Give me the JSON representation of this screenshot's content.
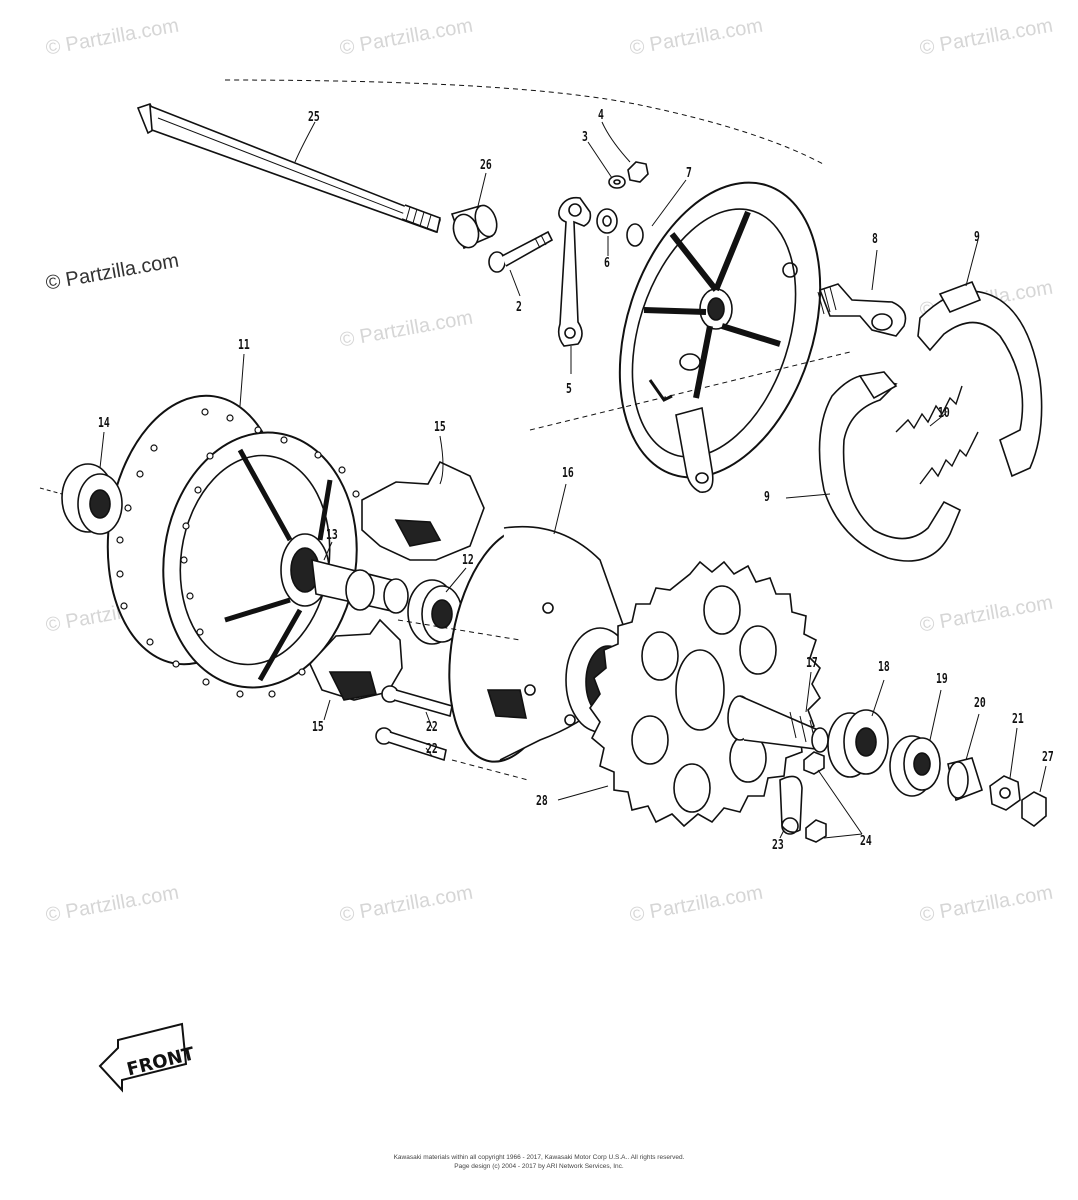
{
  "watermark": "© Partzilla.com",
  "corner_watermark": "© Partzilla.com",
  "direction_label": "FRONT",
  "callouts": [
    "25",
    "26",
    "4",
    "3",
    "7",
    "2",
    "6",
    "5",
    "8",
    "9",
    "11",
    "14",
    "15",
    "13",
    "12",
    "16",
    "10",
    "9",
    "15",
    "22",
    "22",
    "28",
    "17",
    "18",
    "19",
    "20",
    "21",
    "27",
    "23",
    "24"
  ],
  "footer": {
    "line1": "Kawasaki materials within all copyright 1966 - 2017, Kawasaki Motor Corp U.S.A.. All rights reserved.",
    "line2": "Page design (c) 2004 - 2017 by ARI Network Services, Inc."
  }
}
